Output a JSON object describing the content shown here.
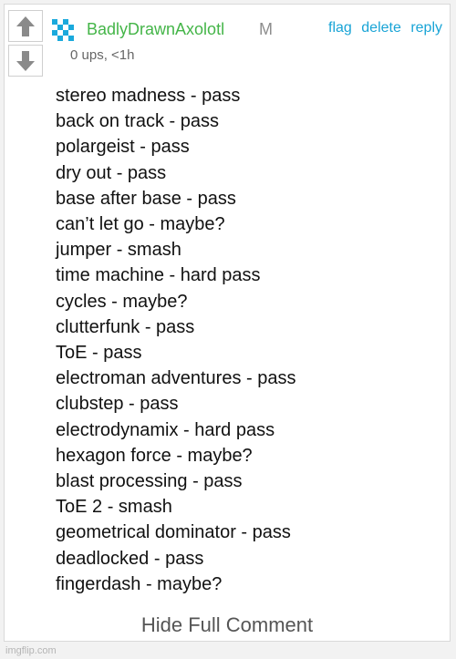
{
  "comment": {
    "username": "BadlyDrawnAxolotl",
    "badge": "M",
    "meta": "0 ups, <1h",
    "actions": {
      "flag": "flag",
      "delete": "delete",
      "reply": "reply"
    },
    "lines": [
      "stereo madness - pass",
      "back on track - pass",
      "polargeist - pass",
      "dry out - pass",
      "base after base - pass",
      "can’t let go - maybe?",
      "jumper - smash",
      "time machine - hard pass",
      "cycles - maybe?",
      "clutterfunk - pass",
      "ToE - pass",
      "electroman adventures - pass",
      "clubstep - pass",
      "electrodynamix - hard pass",
      "hexagon force - maybe?",
      "blast processing - pass",
      "ToE 2 - smash",
      "geometrical dominator - pass",
      "deadlocked - pass",
      "fingerdash - maybe?"
    ],
    "hide_label": "Hide Full Comment"
  },
  "vote": {
    "up_icon": "arrow-up-icon",
    "down_icon": "arrow-down-icon"
  },
  "avatar_icon": "pixel-avatar-icon",
  "watermark": "imgflip.com",
  "colors": {
    "username": "#44b548",
    "link": "#19a4d6",
    "meta": "#666666",
    "avatar": "#1aa9dc"
  }
}
